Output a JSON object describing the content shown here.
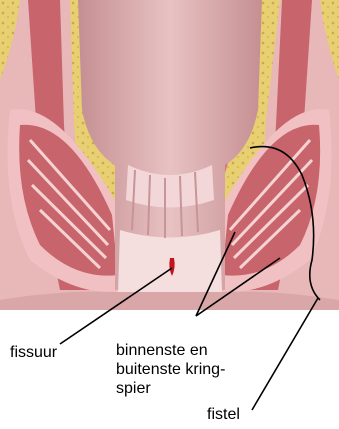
{
  "labels": {
    "fissure": "fissuur",
    "sphincter_line1": "binnenste en",
    "sphincter_line2": "buitenste kring-",
    "sphincter_line3": "spier",
    "fistula": "fistel"
  },
  "colors": {
    "fat_tissue": "#e7cf72",
    "muscle": "#c8646b",
    "muscle_light": "#f1c0c3",
    "canal": "#d9a7a8",
    "mucosa": "#f5dede",
    "fissure_mark": "#c0151c",
    "leader_line": "#000000"
  }
}
